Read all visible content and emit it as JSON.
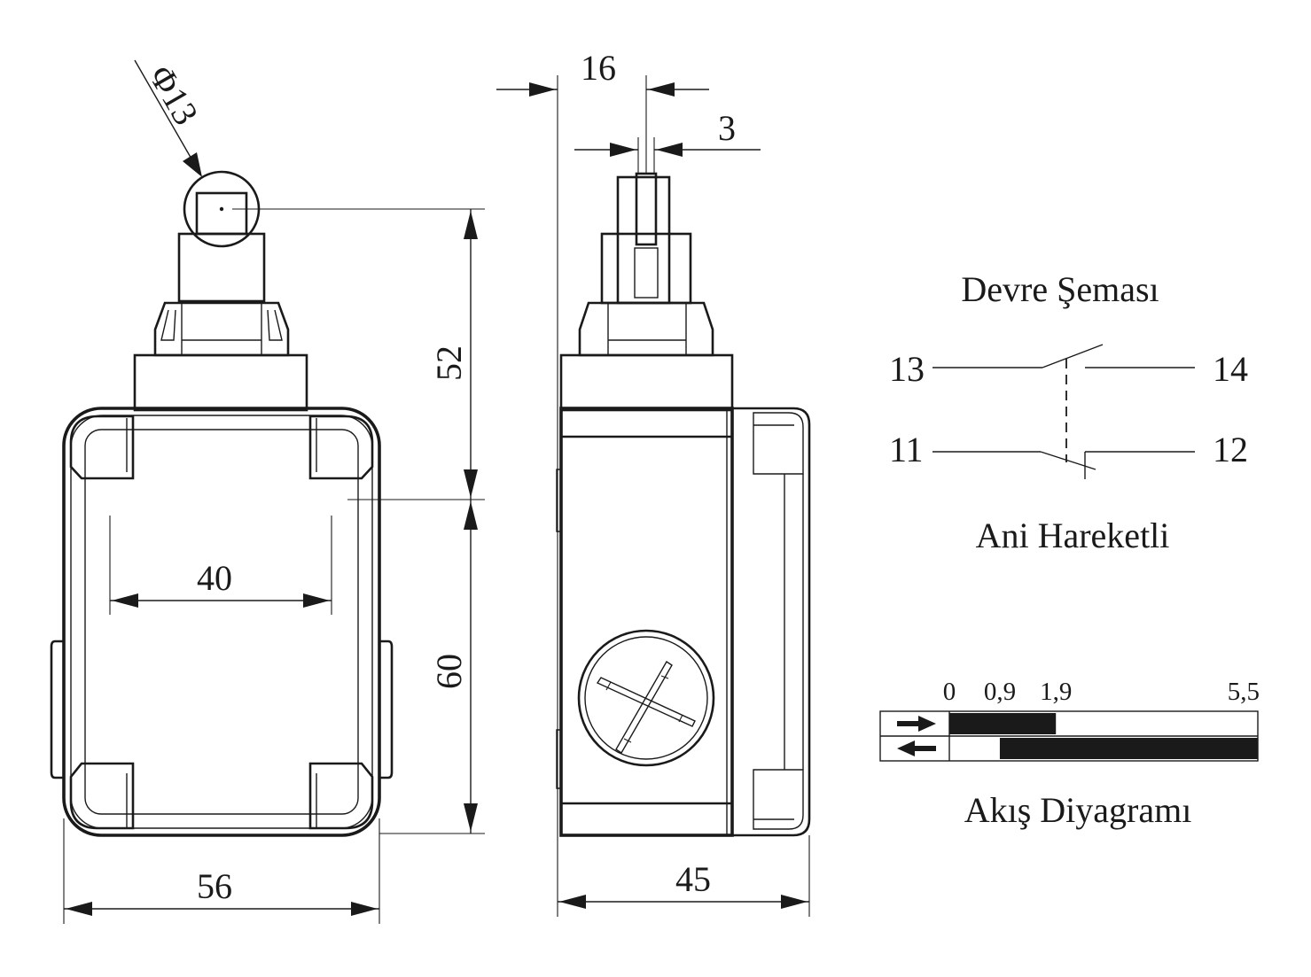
{
  "dimensions": {
    "roller_diameter": "Φ13",
    "front_width": "56",
    "inner_width": "40",
    "upper_height": "52",
    "lower_height": "60",
    "side_width": "45",
    "plunger_offset": "16",
    "roller_thickness": "3"
  },
  "circuit": {
    "title": "Devre Şeması",
    "caption": "Ani Hareketli",
    "terminals": {
      "no_in": "13",
      "no_out": "14",
      "nc_in": "11",
      "nc_out": "12"
    }
  },
  "flow": {
    "title": "Akış Diyagramı",
    "ticks": [
      "0",
      "0,9",
      "1,9",
      "5,5"
    ],
    "forward": {
      "closed_from": 0,
      "closed_to": 1.9,
      "max": 5.5
    },
    "return": {
      "closed_from": 0.9,
      "closed_to": 5.5,
      "max": 5.5
    }
  }
}
